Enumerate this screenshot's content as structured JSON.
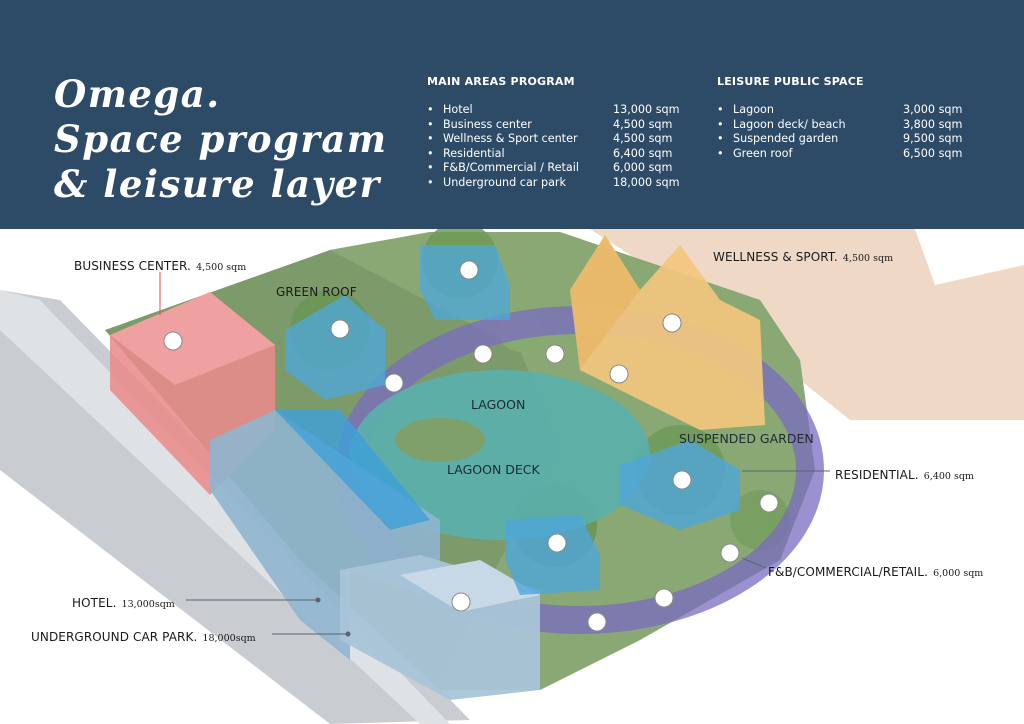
{
  "header": {
    "title_lines": [
      "Omega.",
      "Space program",
      "& leisure layer"
    ]
  },
  "main_program": {
    "heading": "MAIN AREAS PROGRAM",
    "items": [
      {
        "name": "Hotel",
        "area": "13,000 sqm"
      },
      {
        "name": "Business center",
        "area": "4,500 sqm"
      },
      {
        "name": "Wellness & Sport center",
        "area": "4,500 sqm"
      },
      {
        "name": "Residential",
        "area": "6,400 sqm"
      },
      {
        "name": "F&B/Commercial / Retail",
        "area": "6,000 sqm"
      },
      {
        "name": "Underground car park",
        "area": "18,000 sqm"
      }
    ]
  },
  "leisure_program": {
    "heading": "LEISURE PUBLIC SPACE",
    "items": [
      {
        "name": "Lagoon",
        "area": "3,000 sqm"
      },
      {
        "name": "Lagoon deck/ beach",
        "area": "3,800 sqm"
      },
      {
        "name": "Suspended garden",
        "area": "9,500 sqm"
      },
      {
        "name": "Green roof",
        "area": "6,500 sqm"
      }
    ]
  },
  "bullet": "•",
  "labels": {
    "business_center": {
      "name": "BUSINESS CENTER.",
      "area": "4,500 sqm"
    },
    "green_roof": {
      "name": "GREEN ROOF"
    },
    "wellness": {
      "name": "WELLNESS & SPORT.",
      "area": "4,500 sqm"
    },
    "lagoon": {
      "name": "LAGOON"
    },
    "lagoon_deck": {
      "name": "LAGOON DECK"
    },
    "suspended_garden": {
      "name": "SUSPENDED GARDEN"
    },
    "residential": {
      "name": "RESIDENTIAL.",
      "area": "6,400 sqm"
    },
    "fnb": {
      "name": "F&B/COMMERCIAL/RETAIL.",
      "area": "6,000 sqm"
    },
    "hotel": {
      "name": "HOTEL.",
      "area": "13,000sqm"
    },
    "car_park": {
      "name": "UNDERGROUND CAR PARK.",
      "area": "18,000sqm"
    }
  },
  "colors": {
    "header_bg": "#2d4a67",
    "business": "#e98b8b",
    "green_roof_blocks": "#4fa6d9",
    "wellness": "#f2c77e",
    "residential": "#4fa6d9",
    "hotel": "#8fb5cf",
    "promenade": "#7a6cc0",
    "lagoon": "#5ab0ad"
  }
}
